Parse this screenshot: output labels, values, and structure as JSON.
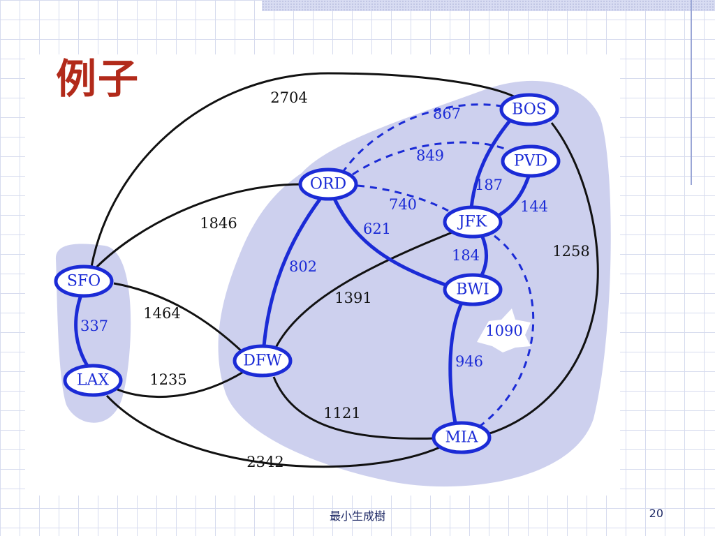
{
  "slide": {
    "title": "例子",
    "footer_text": "最小生成樹",
    "page_number": "20"
  },
  "colors": {
    "title": "#b22a1a",
    "node_stroke": "#1b2bd6",
    "tree_edge": "#1b2bd6",
    "other_edge": "#111111",
    "cluster_fill": "#cdd0ee"
  },
  "graph": {
    "nodes": [
      "BOS",
      "PVD",
      "ORD",
      "JFK",
      "SFO",
      "BWI",
      "DFW",
      "LAX",
      "MIA"
    ],
    "edges": [
      {
        "id": "sfo-bos",
        "from": "SFO",
        "to": "BOS",
        "weight": "2704",
        "style": "black"
      },
      {
        "id": "ord-bos",
        "from": "ORD",
        "to": "BOS",
        "weight": "867",
        "style": "dashed"
      },
      {
        "id": "ord-pvd",
        "from": "ORD",
        "to": "PVD",
        "weight": "849",
        "style": "dashed"
      },
      {
        "id": "jfk-bos",
        "from": "JFK",
        "to": "BOS",
        "weight": "187",
        "style": "tree"
      },
      {
        "id": "jfk-pvd",
        "from": "JFK",
        "to": "PVD",
        "weight": "144",
        "style": "tree"
      },
      {
        "id": "ord-jfk",
        "from": "ORD",
        "to": "JFK",
        "weight": "740",
        "style": "dashed"
      },
      {
        "id": "ord-bwi",
        "from": "ORD",
        "to": "BWI",
        "weight": "621",
        "style": "tree"
      },
      {
        "id": "sfo-ord",
        "from": "SFO",
        "to": "ORD",
        "weight": "1846",
        "style": "black"
      },
      {
        "id": "bos-mia",
        "from": "BOS",
        "to": "MIA",
        "weight": "1258",
        "style": "black"
      },
      {
        "id": "ord-dfw",
        "from": "ORD",
        "to": "DFW",
        "weight": "802",
        "style": "tree"
      },
      {
        "id": "jfk-bwi",
        "from": "JFK",
        "to": "BWI",
        "weight": "184",
        "style": "tree"
      },
      {
        "id": "sfo-lax",
        "from": "SFO",
        "to": "LAX",
        "weight": "337",
        "style": "tree"
      },
      {
        "id": "sfo-dfw",
        "from": "SFO",
        "to": "DFW",
        "weight": "1464",
        "style": "black"
      },
      {
        "id": "jfk-dfw",
        "from": "JFK",
        "to": "DFW",
        "weight": "1391",
        "style": "black"
      },
      {
        "id": "jfk-mia",
        "from": "JFK",
        "to": "MIA",
        "weight": "1090",
        "style": "dashed-highlight"
      },
      {
        "id": "bwi-mia",
        "from": "BWI",
        "to": "MIA",
        "weight": "946",
        "style": "tree"
      },
      {
        "id": "lax-dfw",
        "from": "LAX",
        "to": "DFW",
        "weight": "1235",
        "style": "black"
      },
      {
        "id": "dfw-mia",
        "from": "DFW",
        "to": "MIA",
        "weight": "1121",
        "style": "black"
      },
      {
        "id": "lax-mia",
        "from": "LAX",
        "to": "MIA",
        "weight": "2342",
        "style": "black"
      }
    ]
  }
}
